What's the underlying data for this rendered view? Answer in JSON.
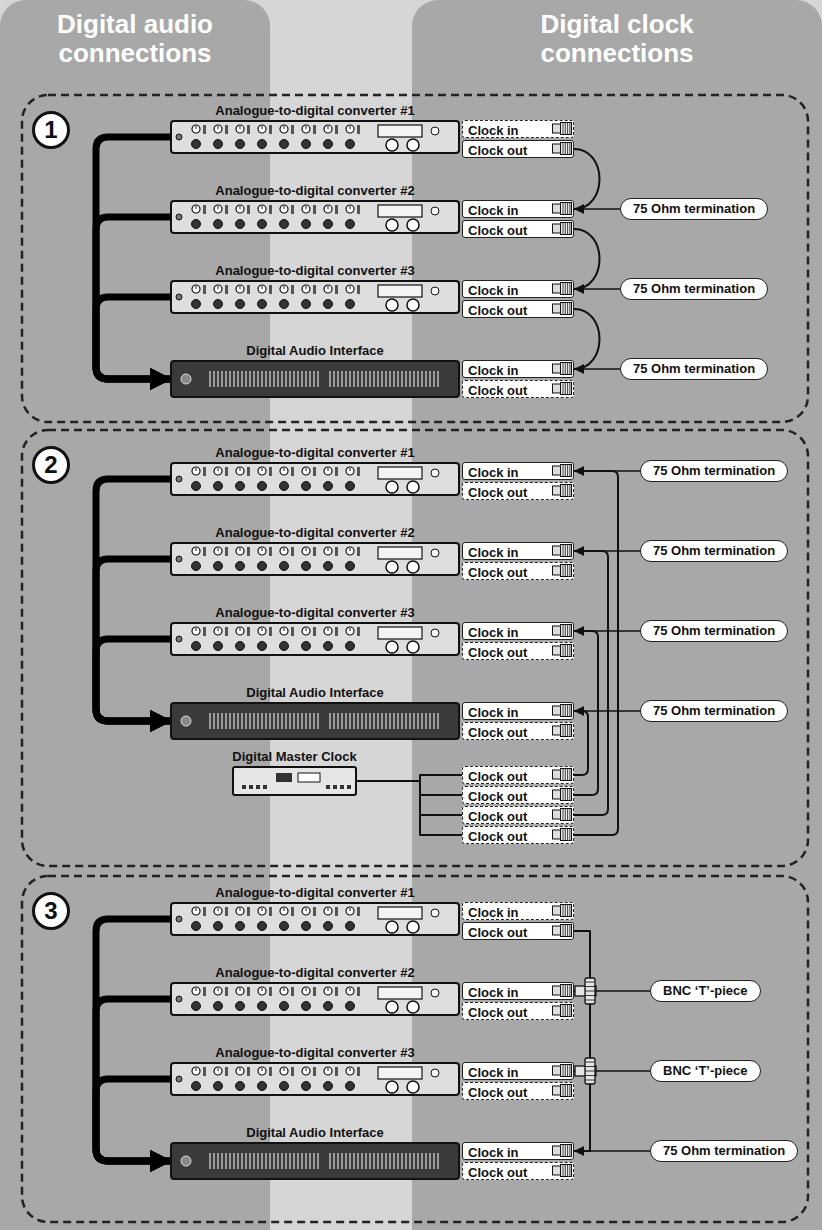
{
  "diagram": {
    "nodes": [
      {
        "text": [
          "Digital audio connections"
        ]
      },
      {
        "text": [
          "Digital clock connections"
        ]
      },
      {
        "text": [
          "1"
        ]
      },
      {
        "text": [
          "Analogue-to-digital converter #1"
        ]
      },
      {
        "text": [
          "Clock in"
        ]
      },
      {
        "text": [
          "Clock out"
        ]
      },
      {
        "text": [
          "Analogue-to-digital converter #2"
        ]
      },
      {
        "text": [
          "Clock in"
        ]
      },
      {
        "text": [
          "Clock out"
        ]
      },
      {
        "text": [
          "Analogue-to-digital converter #3"
        ]
      },
      {
        "text": [
          "Clock in"
        ]
      },
      {
        "text": [
          "Clock out"
        ]
      },
      {
        "text": [
          "Digital Audio Interface"
        ]
      },
      {
        "text": [
          "Clock in"
        ]
      },
      {
        "text": [
          "Clock out"
        ]
      },
      {
        "text": [
          "75 Ohm termination"
        ]
      },
      {
        "text": [
          "75 Ohm termination"
        ]
      },
      {
        "text": [
          "75 Ohm termination"
        ]
      },
      {
        "text": [
          "2"
        ]
      },
      {
        "text": [
          "Analogue-to-digital converter #1"
        ]
      },
      {
        "text": [
          "Clock in"
        ]
      },
      {
        "text": [
          "Clock out"
        ]
      },
      {
        "text": [
          "Analogue-to-digital converter #2"
        ]
      },
      {
        "text": [
          "Clock in"
        ]
      },
      {
        "text": [
          "Clock out"
        ]
      },
      {
        "text": [
          "Analogue-to-digital converter #3"
        ]
      },
      {
        "text": [
          "Clock in"
        ]
      },
      {
        "text": [
          "Clock out"
        ]
      },
      {
        "text": [
          "Digital Audio Interface"
        ]
      },
      {
        "text": [
          "Clock in"
        ]
      },
      {
        "text": [
          "Clock out"
        ]
      },
      {
        "text": [
          "75 Ohm termination"
        ]
      },
      {
        "text": [
          "75 Ohm termination"
        ]
      },
      {
        "text": [
          "75 Ohm termination"
        ]
      },
      {
        "text": [
          "75 Ohm termination"
        ]
      },
      {
        "text": [
          "Digital Master Clock"
        ]
      },
      {
        "text": [
          "Clock out"
        ]
      },
      {
        "text": [
          "Clock out"
        ]
      },
      {
        "text": [
          "Clock out"
        ]
      },
      {
        "text": [
          "Clock out"
        ]
      },
      {
        "text": [
          "3"
        ]
      },
      {
        "text": [
          "Analogue-to-digital converter #1"
        ]
      },
      {
        "text": [
          "Clock in"
        ]
      },
      {
        "text": [
          "Clock out"
        ]
      },
      {
        "text": [
          "Analogue-to-digital converter #2"
        ]
      },
      {
        "text": [
          "Clock in"
        ]
      },
      {
        "text": [
          "Clock out"
        ]
      },
      {
        "text": [
          "Analogue-to-digital converter #3"
        ]
      },
      {
        "text": [
          "Clock in"
        ]
      },
      {
        "text": [
          "Clock out"
        ]
      },
      {
        "text": [
          "Digital Audio Interface"
        ]
      },
      {
        "text": [
          "Clock in"
        ]
      },
      {
        "text": [
          "Clock out"
        ]
      },
      {
        "text": [
          "BNC ‘T’-piece"
        ]
      },
      {
        "text": [
          "BNC ‘T’-piece"
        ]
      },
      {
        "text": [
          "75 Ohm termination"
        ]
      }
    ],
    "edges": [
      {
        "from": 5,
        "to": 7,
        "arrow": "none"
      },
      {
        "from": 8,
        "to": 10,
        "arrow": "none"
      },
      {
        "from": 11,
        "to": 13,
        "arrow": "none"
      },
      {
        "from": 15,
        "to": 7,
        "arrow": "to"
      },
      {
        "from": 16,
        "to": 10,
        "arrow": "to"
      },
      {
        "from": 17,
        "to": 13,
        "arrow": "to"
      },
      {
        "from": 3,
        "to": 12,
        "arrow": "to"
      },
      {
        "from": 6,
        "to": 12,
        "arrow": "to"
      },
      {
        "from": 9,
        "to": 12,
        "arrow": "to"
      },
      {
        "from": 35,
        "to": 36,
        "arrow": "none"
      },
      {
        "from": 35,
        "to": 37,
        "arrow": "none"
      },
      {
        "from": 35,
        "to": 38,
        "arrow": "none"
      },
      {
        "from": 35,
        "to": 39,
        "arrow": "none"
      },
      {
        "from": 36,
        "to": 29,
        "arrow": "none"
      },
      {
        "from": 37,
        "to": 26,
        "arrow": "none"
      },
      {
        "from": 38,
        "to": 23,
        "arrow": "none"
      },
      {
        "from": 39,
        "to": 20,
        "arrow": "none"
      },
      {
        "from": 31,
        "to": 20,
        "arrow": "to"
      },
      {
        "from": 32,
        "to": 23,
        "arrow": "to"
      },
      {
        "from": 33,
        "to": 26,
        "arrow": "to"
      },
      {
        "from": 34,
        "to": 29,
        "arrow": "to"
      },
      {
        "from": 19,
        "to": 28,
        "arrow": "to"
      },
      {
        "from": 22,
        "to": 28,
        "arrow": "to"
      },
      {
        "from": 25,
        "to": 28,
        "arrow": "to"
      },
      {
        "from": 43,
        "to": 45,
        "arrow": "none"
      },
      {
        "from": 45,
        "to": 48,
        "arrow": "none"
      },
      {
        "from": 48,
        "to": 51,
        "arrow": "none"
      },
      {
        "from": 53,
        "to": 45,
        "arrow": "to"
      },
      {
        "from": 54,
        "to": 48,
        "arrow": "to"
      },
      {
        "from": 55,
        "to": 51,
        "arrow": "to"
      },
      {
        "from": 41,
        "to": 50,
        "arrow": "to"
      },
      {
        "from": 44,
        "to": 50,
        "arrow": "to"
      },
      {
        "from": 47,
        "to": 50,
        "arrow": "to"
      }
    ]
  }
}
